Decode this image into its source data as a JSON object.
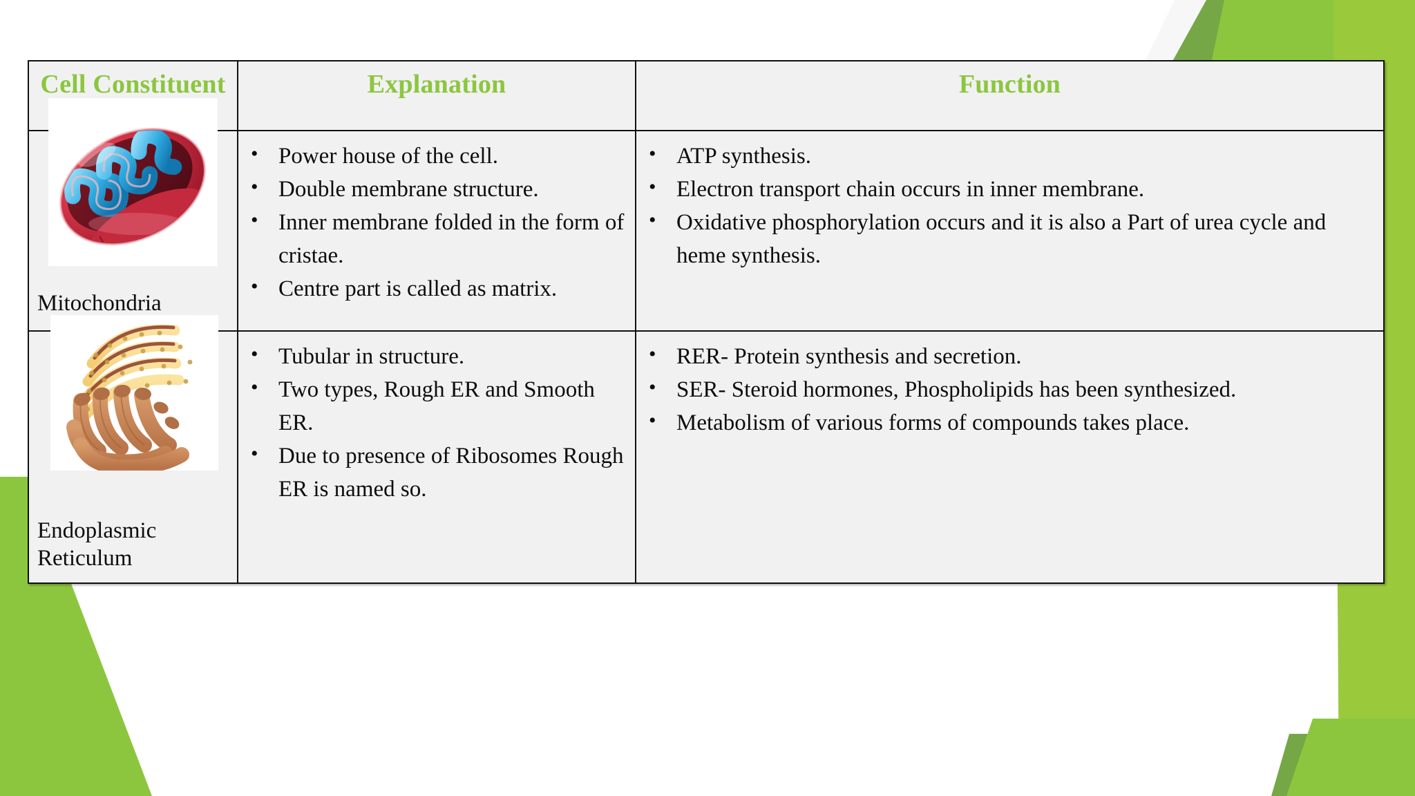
{
  "slide": {
    "background_color": "#ffffff",
    "accent_green": "#8CC63E",
    "deco_green_dark": "#76A746",
    "deco_green_mid": "#8CC63E",
    "deco_green_light": "#9ACA3C"
  },
  "table": {
    "headers": [
      {
        "id": "cell-constituent",
        "label": "Cell\nConstituent"
      },
      {
        "id": "explanation",
        "label": "Explanation"
      },
      {
        "id": "function",
        "label": "Function"
      }
    ],
    "rows": [
      {
        "id": "mitochondria",
        "constituent": "Mitochondria",
        "image_name": "mitochondria-diagram",
        "explanation": [
          "Power house of the cell.",
          "Double membrane structure.",
          "Inner membrane folded in the form of cristae.",
          "Centre part is called as matrix."
        ],
        "function": [
          "ATP synthesis.",
          "Electron transport chain occurs in inner membrane.",
          "Oxidative phosphorylation occurs and it is also a Part of urea cycle and heme synthesis."
        ]
      },
      {
        "id": "endoplasmic-reticulum",
        "constituent": "Endoplasmic\nReticulum",
        "image_name": "endoplasmic-reticulum-diagram",
        "explanation": [
          "Tubular in structure.",
          "Two types, Rough ER and Smooth ER.",
          "Due to presence of Ribosomes Rough ER is named so."
        ],
        "function": [
          "RER- Protein synthesis and secretion.",
          "SER- Steroid hormones, Phospholipids has been synthesized.",
          "Metabolism of various forms of compounds takes place."
        ]
      }
    ]
  }
}
